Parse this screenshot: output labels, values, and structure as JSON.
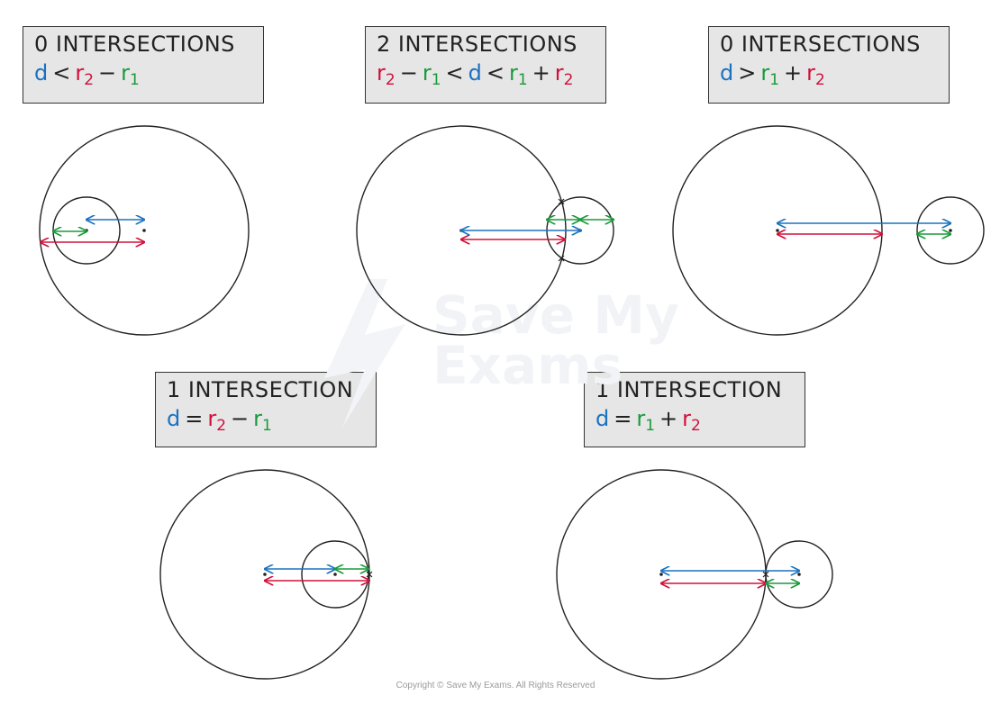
{
  "panels": [
    {
      "title": "0 INTERSECTIONS",
      "cond": [
        {
          "t": "d",
          "c": "b"
        },
        {
          "t": "<",
          "c": "op"
        },
        {
          "t": "r",
          "s": "2",
          "c": "r"
        },
        {
          "t": "−",
          "c": "op"
        },
        {
          "t": "r",
          "s": "1",
          "c": "g"
        }
      ]
    },
    {
      "title": "2 INTERSECTIONS",
      "cond": [
        {
          "t": "r",
          "s": "2",
          "c": "r"
        },
        {
          "t": "−",
          "c": "op"
        },
        {
          "t": "r",
          "s": "1",
          "c": "g"
        },
        {
          "t": "<",
          "c": "op"
        },
        {
          "t": "d",
          "c": "b"
        },
        {
          "t": "<",
          "c": "op"
        },
        {
          "t": "r",
          "s": "1",
          "c": "g"
        },
        {
          "t": "+",
          "c": "op"
        },
        {
          "t": "r",
          "s": "2",
          "c": "r"
        }
      ]
    },
    {
      "title": "0 INTERSECTIONS",
      "cond": [
        {
          "t": "d",
          "c": "b"
        },
        {
          "t": ">",
          "c": "op"
        },
        {
          "t": "r",
          "s": "1",
          "c": "g"
        },
        {
          "t": "+",
          "c": "op"
        },
        {
          "t": "r",
          "s": "2",
          "c": "r"
        }
      ]
    },
    {
      "title": "1 INTERSECTION",
      "cond": [
        {
          "t": "d",
          "c": "b"
        },
        {
          "t": "=",
          "c": "op"
        },
        {
          "t": "r",
          "s": "2",
          "c": "r"
        },
        {
          "t": "−",
          "c": "op"
        },
        {
          "t": "r",
          "s": "1",
          "c": "g"
        }
      ]
    },
    {
      "title": "1 INTERSECTION",
      "cond": [
        {
          "t": "d",
          "c": "b"
        },
        {
          "t": "=",
          "c": "op"
        },
        {
          "t": "r",
          "s": "1",
          "c": "g"
        },
        {
          "t": "+",
          "c": "op"
        },
        {
          "t": "r",
          "s": "2",
          "c": "r"
        }
      ]
    }
  ],
  "colors": {
    "d": "#1b72c0",
    "r2": "#d0103a",
    "r1": "#1a9a3a",
    "circle": "#222222",
    "box_bg": "#e6e6e6"
  },
  "watermark": {
    "line1": "Save My",
    "line2": "Exams"
  },
  "copyright": "Copyright © Save My Exams. All Rights Reserved"
}
